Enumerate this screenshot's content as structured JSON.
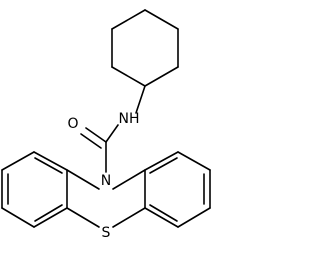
{
  "molecule": {
    "labels": {
      "oxygen": "O",
      "amide_nh": "NH",
      "ring_n": "N",
      "sulfur": "S"
    },
    "colors": {
      "bond": "#000000",
      "text": "#000000",
      "background": "#ffffff"
    }
  }
}
